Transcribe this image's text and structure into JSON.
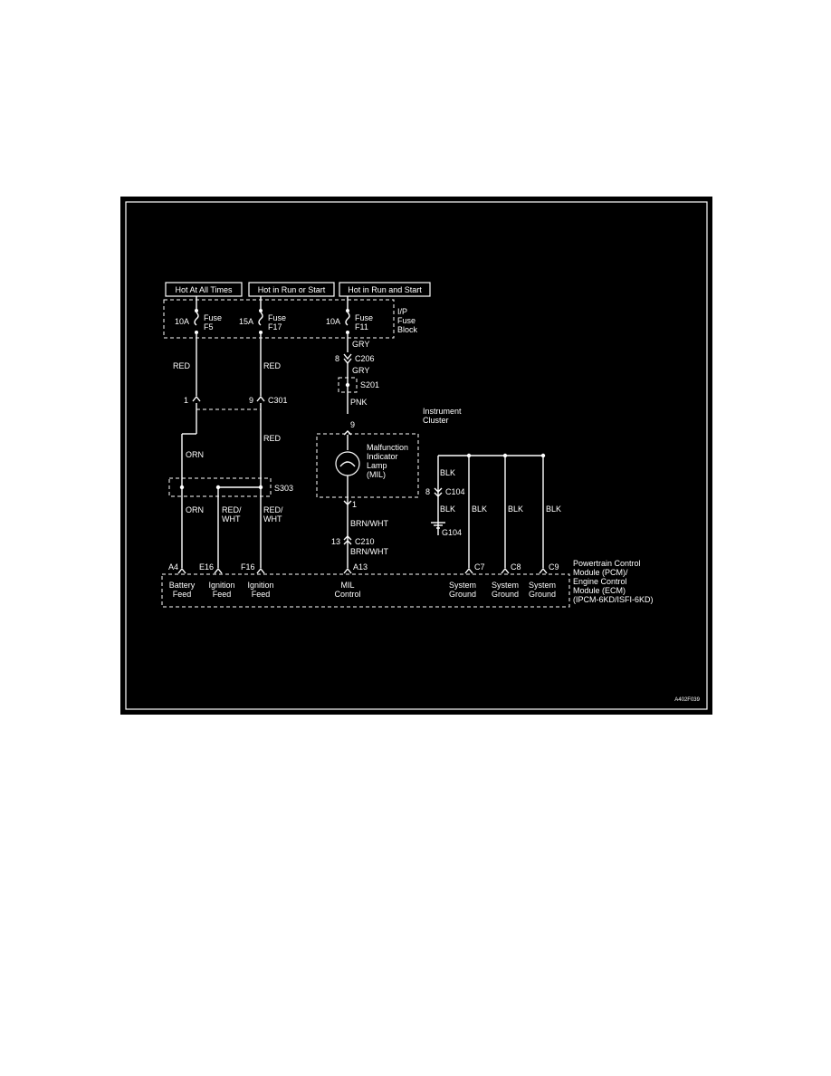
{
  "diagram": {
    "power_labels": [
      "Hot At All Times",
      "Hot in Run or Start",
      "Hot in Run and Start"
    ],
    "fuse_block": {
      "label_1": "I/P",
      "label_2": "Fuse",
      "label_3": "Block",
      "fuses": [
        {
          "amps": "10A",
          "word": "Fuse",
          "id": "F5"
        },
        {
          "amps": "15A",
          "word": "Fuse",
          "id": "F17"
        },
        {
          "amps": "10A",
          "word": "Fuse",
          "id": "F11"
        }
      ]
    },
    "wires": {
      "red_1": "RED",
      "red_2": "RED",
      "red_3": "RED",
      "orn_1": "ORN",
      "orn_2": "ORN",
      "red_wht_1": "RED/",
      "red_wht_1b": "WHT",
      "red_wht_2": "RED/",
      "red_wht_2b": "WHT",
      "gry_1": "GRY",
      "gry_2": "GRY",
      "pnk": "PNK",
      "brn_wht_1": "BRN/WHT",
      "brn_wht_2": "BRN/WHT",
      "blk_1": "BLK",
      "blk_2": "BLK",
      "blk_3": "BLK",
      "blk_4": "BLK",
      "blk_5": "BLK"
    },
    "connectors": {
      "c301_pin_a": "1",
      "c301_pin_b": "9",
      "c301": "C301",
      "c206_pin": "8",
      "c206": "C206",
      "s201": "S201",
      "s303": "S303",
      "cluster_pin_in": "9",
      "cluster_pin_out": "1",
      "c104_pin": "8",
      "c104": "C104",
      "g104": "G104",
      "c210_pin": "13",
      "c210": "C210"
    },
    "cluster": {
      "title_1": "Instrument",
      "title_2": "Cluster",
      "lamp_1": "Malfunction",
      "lamp_2": "Indicator",
      "lamp_3": "Lamp",
      "lamp_4": "(MIL)"
    },
    "module": {
      "pins": [
        "A4",
        "E16",
        "F16",
        "A13",
        "C7",
        "C8",
        "C9"
      ],
      "funcs": [
        {
          "a": "Battery",
          "b": "Feed"
        },
        {
          "a": "Ignition",
          "b": "Feed"
        },
        {
          "a": "Ignition",
          "b": "Feed"
        },
        {
          "a": "MIL",
          "b": "Control"
        },
        {
          "a": "System",
          "b": "Ground"
        },
        {
          "a": "System",
          "b": "Ground"
        },
        {
          "a": "System",
          "b": "Ground"
        }
      ],
      "name_1": "Powertrain Control",
      "name_2": "Module (PCM)/",
      "name_3": "Engine Control",
      "name_4": "Module (ECM)",
      "name_5": "(IPCM-6KD/ISFI-6KD)"
    },
    "figure_code": "A402F039"
  }
}
